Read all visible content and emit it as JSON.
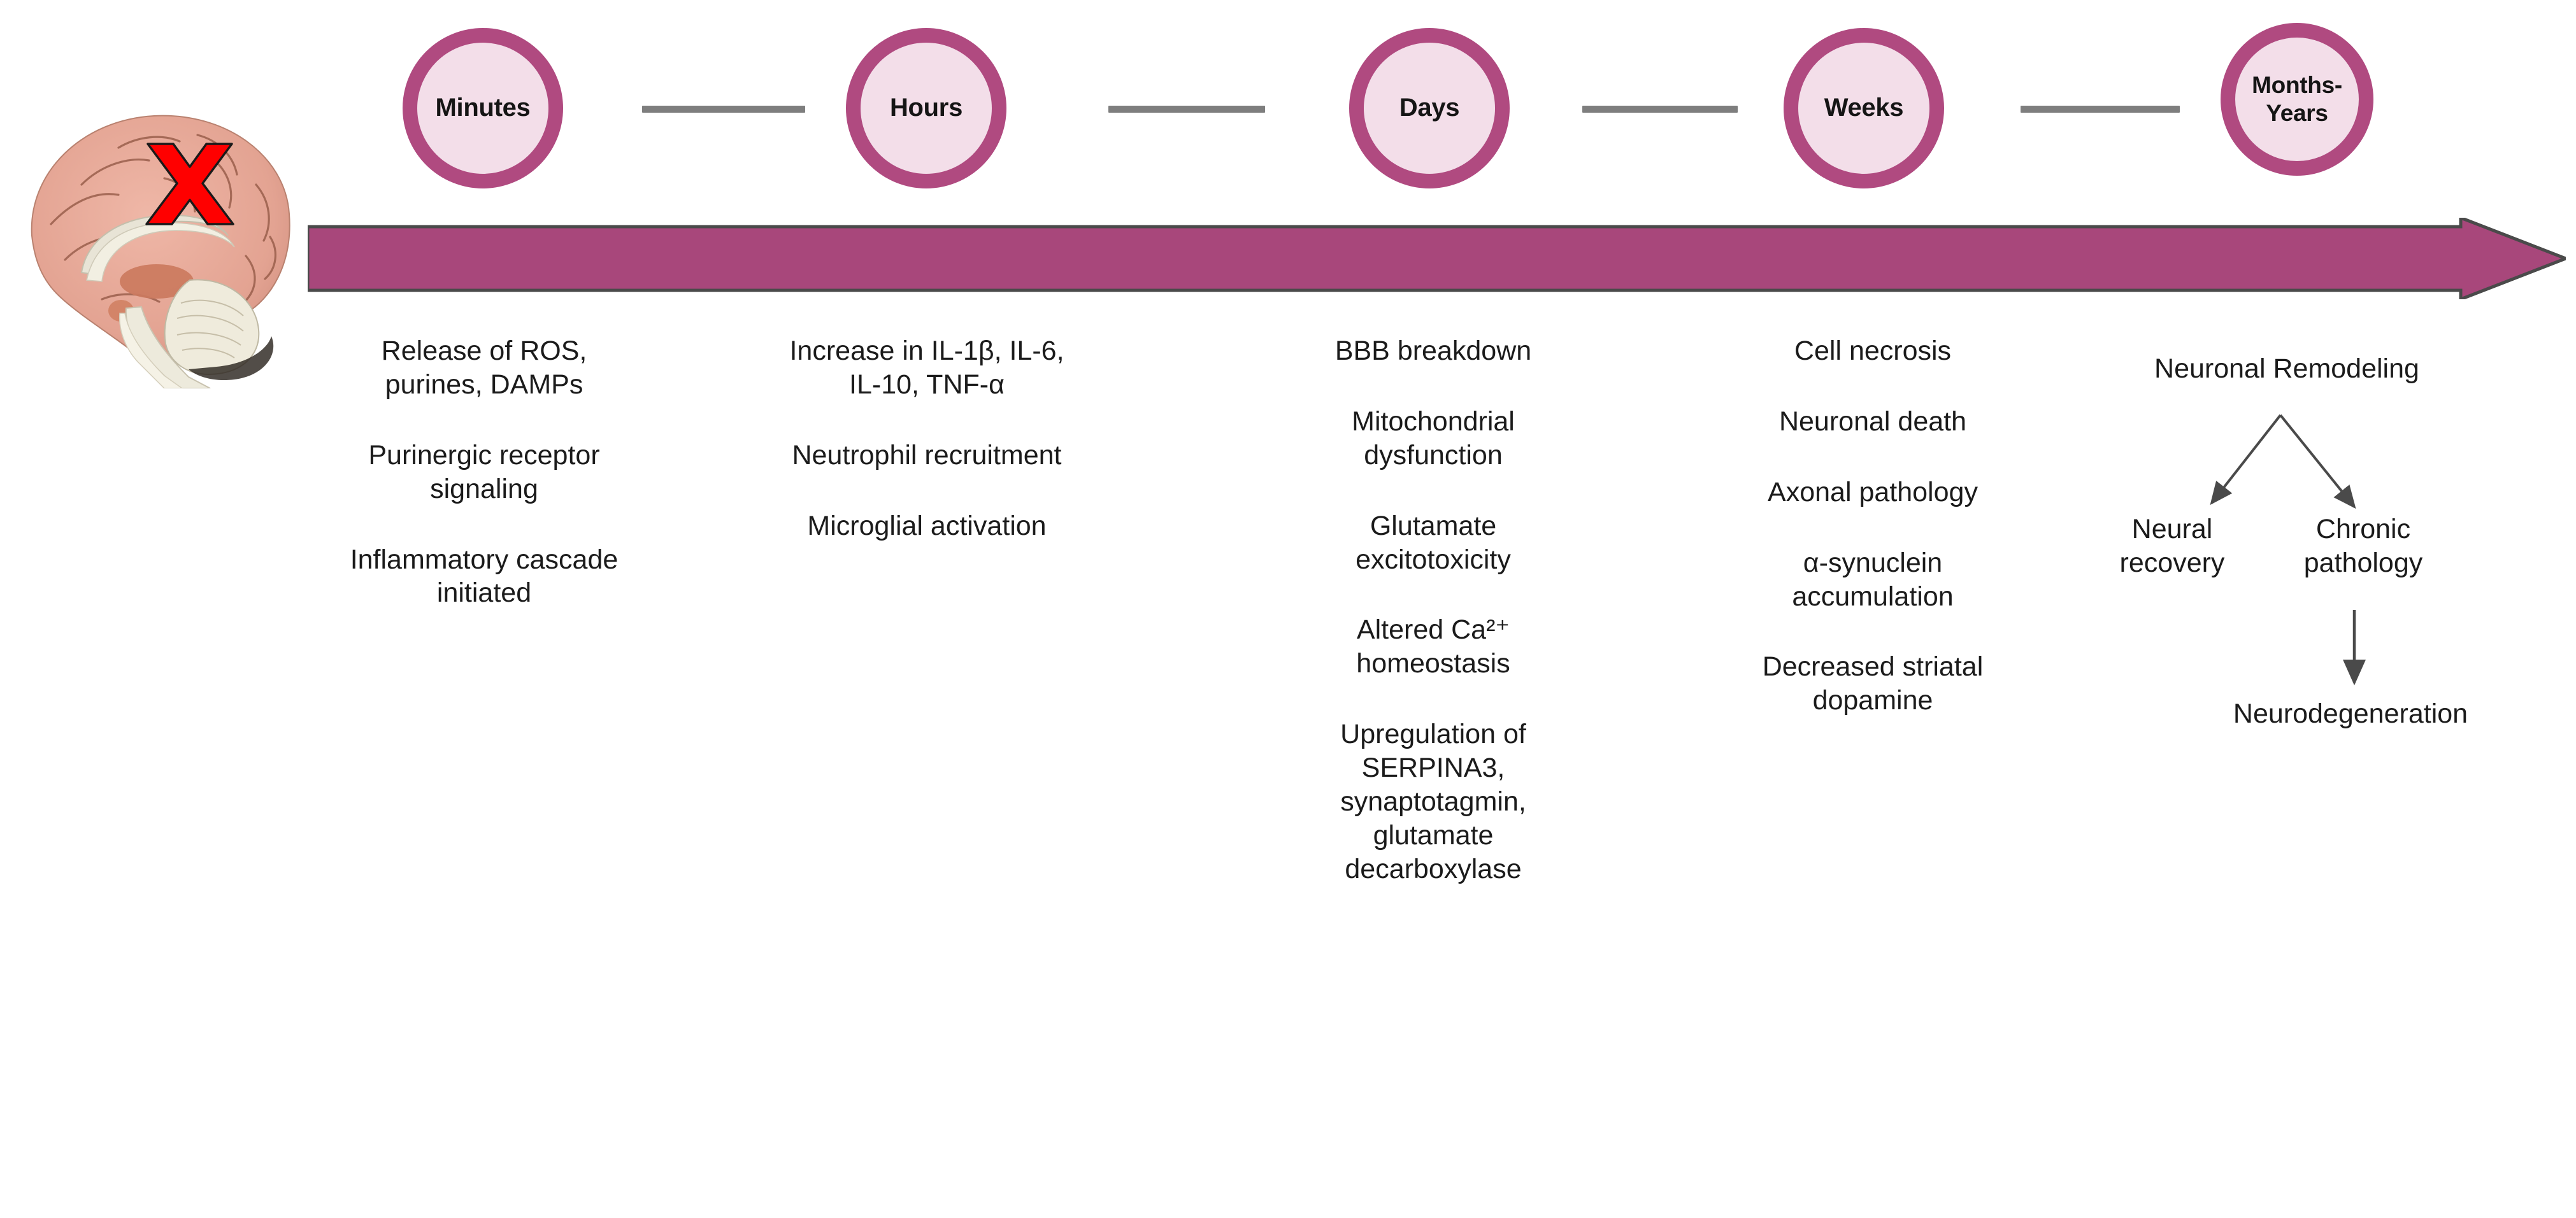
{
  "figure": {
    "type": "timeline-diagram",
    "background_color": "#ffffff",
    "accent_color": "#B04A80",
    "arrow_fill": "#A8477B",
    "circle_fill": "#F3DEE9",
    "connector_color": "#7E7E7E",
    "injury_marker_color": "#FF0000"
  },
  "brain": {
    "alt": "Sagittal section of human brain with red X marking injury site",
    "marker": "red-x"
  },
  "stages": [
    {
      "id": "minutes",
      "label": "Minutes"
    },
    {
      "id": "hours",
      "label": "Hours"
    },
    {
      "id": "days",
      "label": "Days"
    },
    {
      "id": "weeks",
      "label": "Weeks"
    },
    {
      "id": "months-years",
      "label": "Months-\nYears"
    }
  ],
  "columns": [
    {
      "stage": "Minutes",
      "entries": [
        "Release of ROS,\npurines, DAMPs",
        "Purinergic receptor\nsignaling",
        "Inflammatory cascade\ninitiated"
      ]
    },
    {
      "stage": "Hours",
      "entries": [
        "Increase in IL-1β, IL-6,\nIL-10, TNF-α",
        "Neutrophil recruitment",
        "Microglial activation"
      ]
    },
    {
      "stage": "Days",
      "entries": [
        "BBB breakdown",
        "Mitochondrial\ndysfunction",
        "Glutamate\nexcitotoxicity",
        "Altered Ca²⁺\nhomeostasis",
        "Upregulation of\nSERPINA3,\nsynaptotagmin,\nglutamate\ndecarboxylase"
      ]
    },
    {
      "stage": "Weeks",
      "entries": [
        "Cell necrosis",
        "Neuronal death",
        "Axonal pathology",
        "α-synuclein\naccumulation",
        "Decreased striatal\ndopamine"
      ]
    }
  ],
  "outcome_branch": {
    "stage": "Months-Years",
    "root": "Neuronal Remodeling",
    "left_branch": "Neural\nrecovery",
    "right_branch": "Chronic\npathology",
    "terminal": "Neurodegeneration"
  }
}
